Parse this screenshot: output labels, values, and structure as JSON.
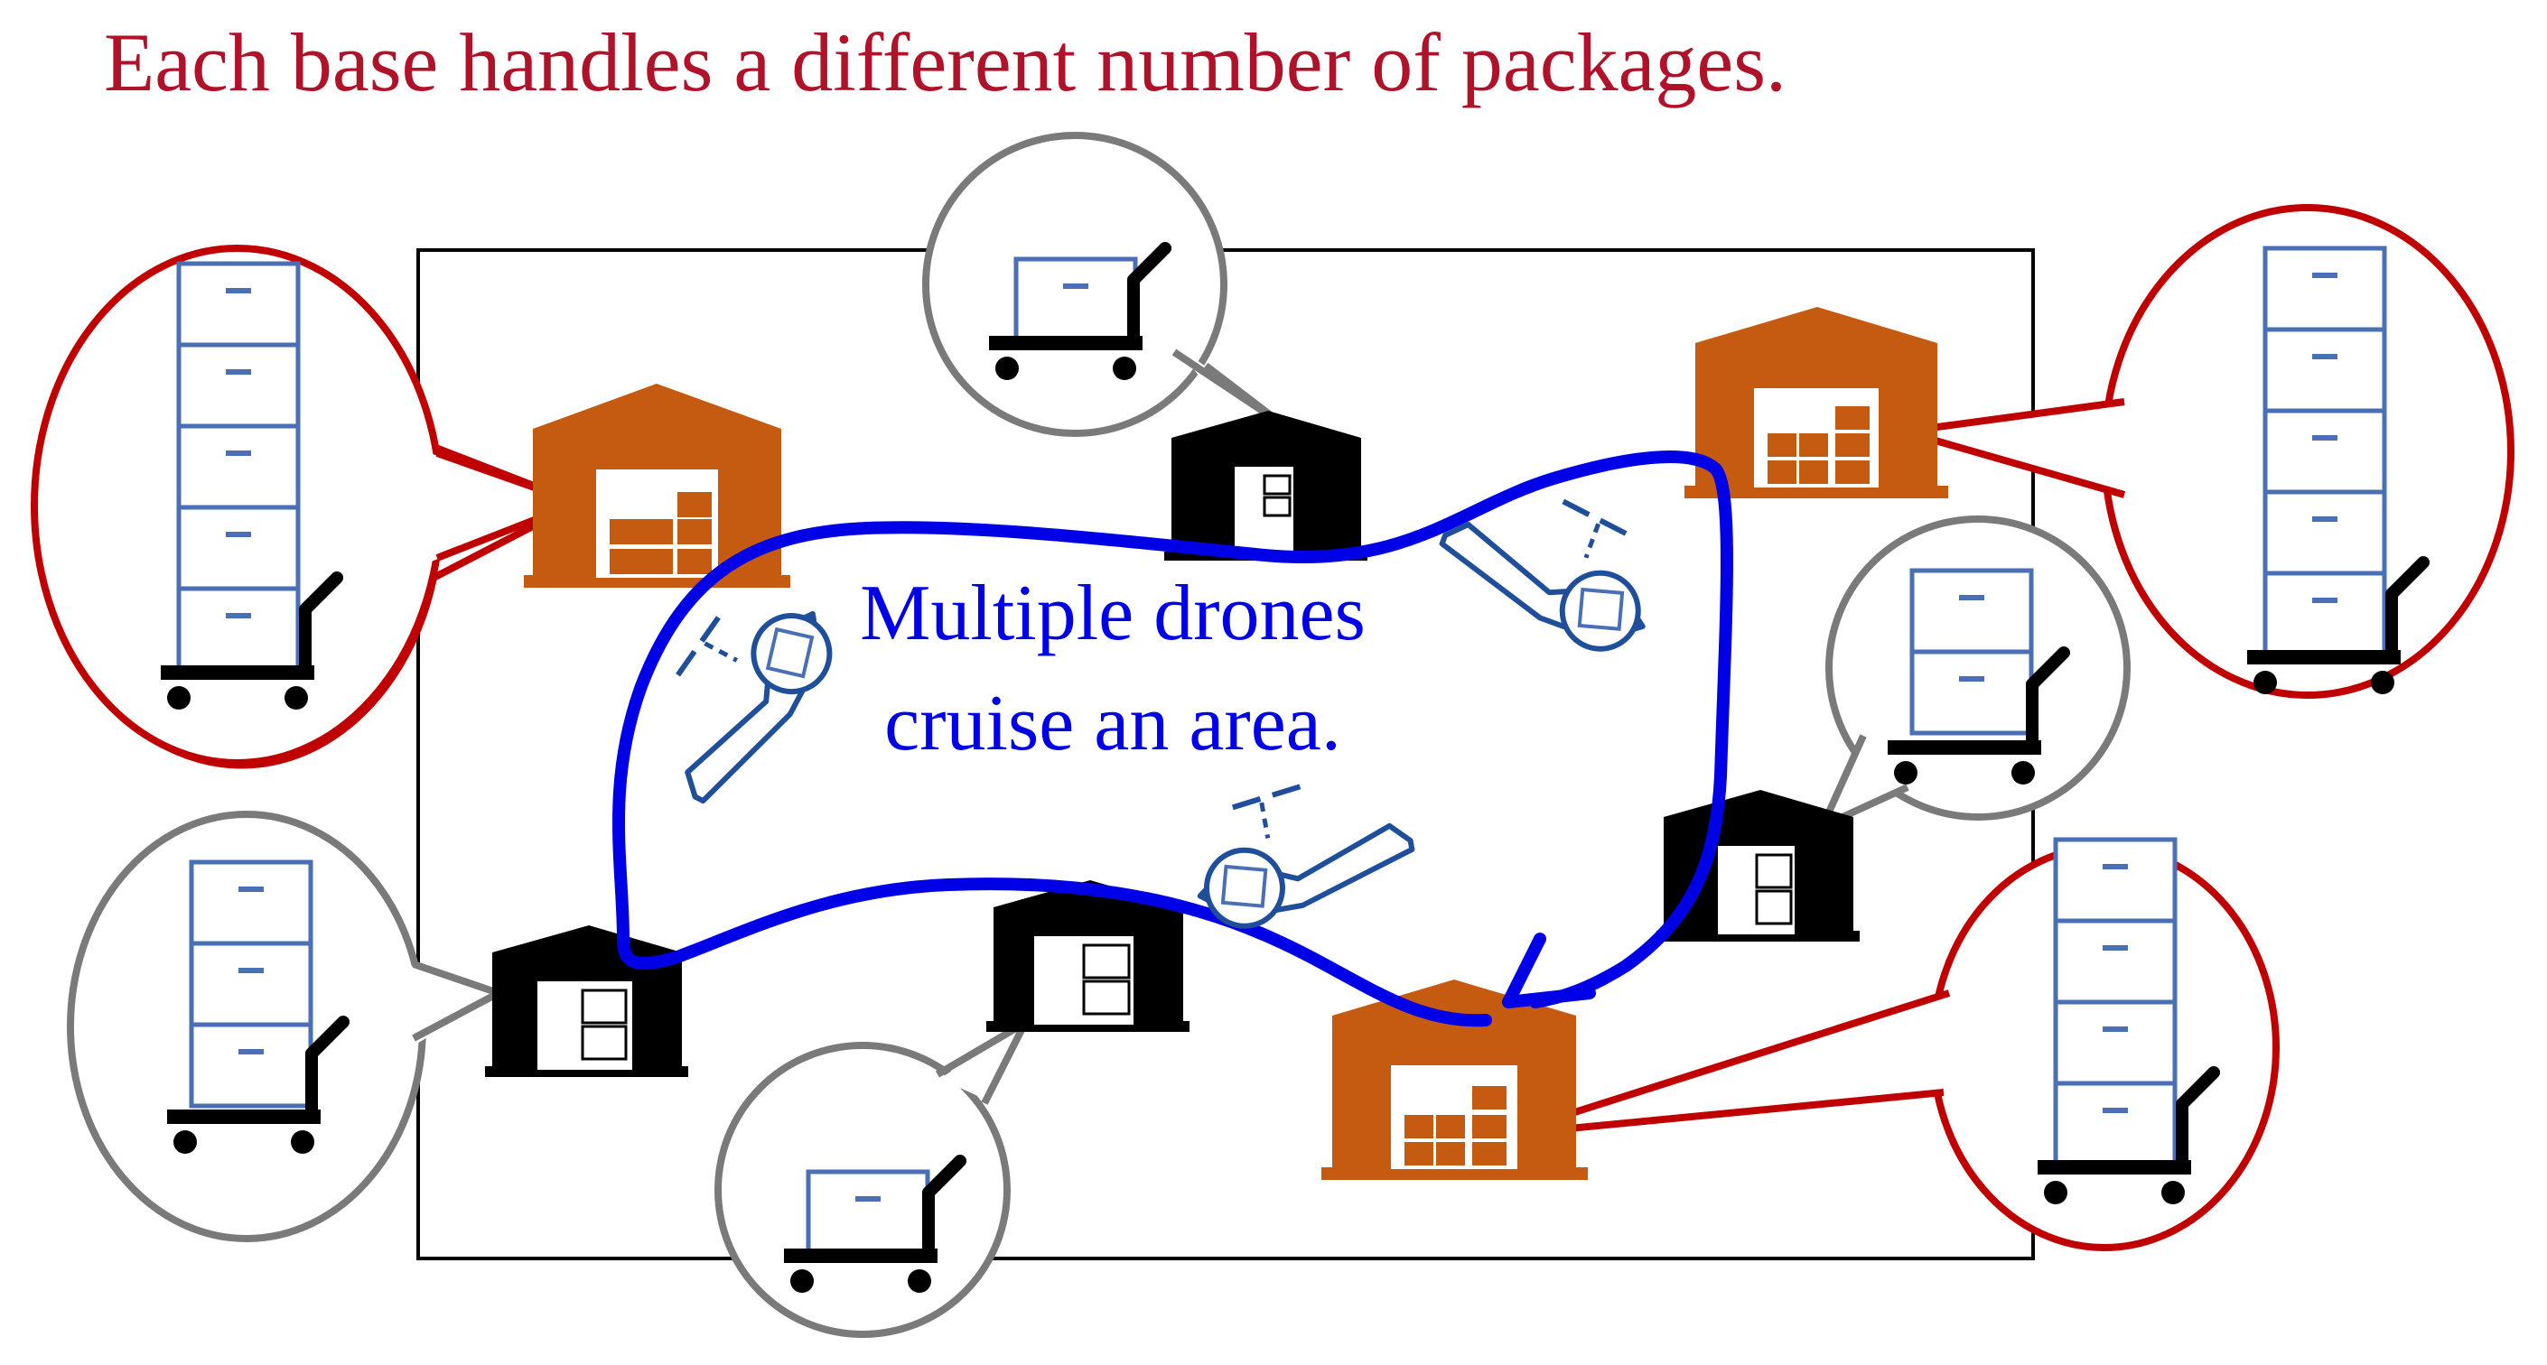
{
  "title": "Each base handles a different number of packages.",
  "area_label_line1": "Multiple drones",
  "area_label_line2": "cruise an area.",
  "colors": {
    "title": "#b0122a",
    "red_bubble": "#c00000",
    "gray_bubble": "#7a7a7a",
    "drone_blue": "#0000e6",
    "box_blue": "#4a6fb5",
    "orange_warehouse": "#c55a11",
    "black_warehouse": "#000000"
  },
  "legend_icons": [
    "warehouse-large-icon",
    "warehouse-small-icon",
    "cart-icon",
    "package-icon",
    "drone-icon"
  ],
  "callouts": [
    {
      "id": "red-top-left",
      "style": "red",
      "boxes": 5
    },
    {
      "id": "gray-top-center",
      "style": "gray",
      "boxes": 1
    },
    {
      "id": "red-top-right",
      "style": "red",
      "boxes": 5
    },
    {
      "id": "gray-mid-right",
      "style": "gray",
      "boxes": 2
    },
    {
      "id": "gray-bottom-left",
      "style": "gray",
      "boxes": 3
    },
    {
      "id": "gray-bottom-center",
      "style": "gray",
      "boxes": 1
    },
    {
      "id": "red-bottom-right",
      "style": "red",
      "boxes": 4
    }
  ],
  "drone_count": 3
}
